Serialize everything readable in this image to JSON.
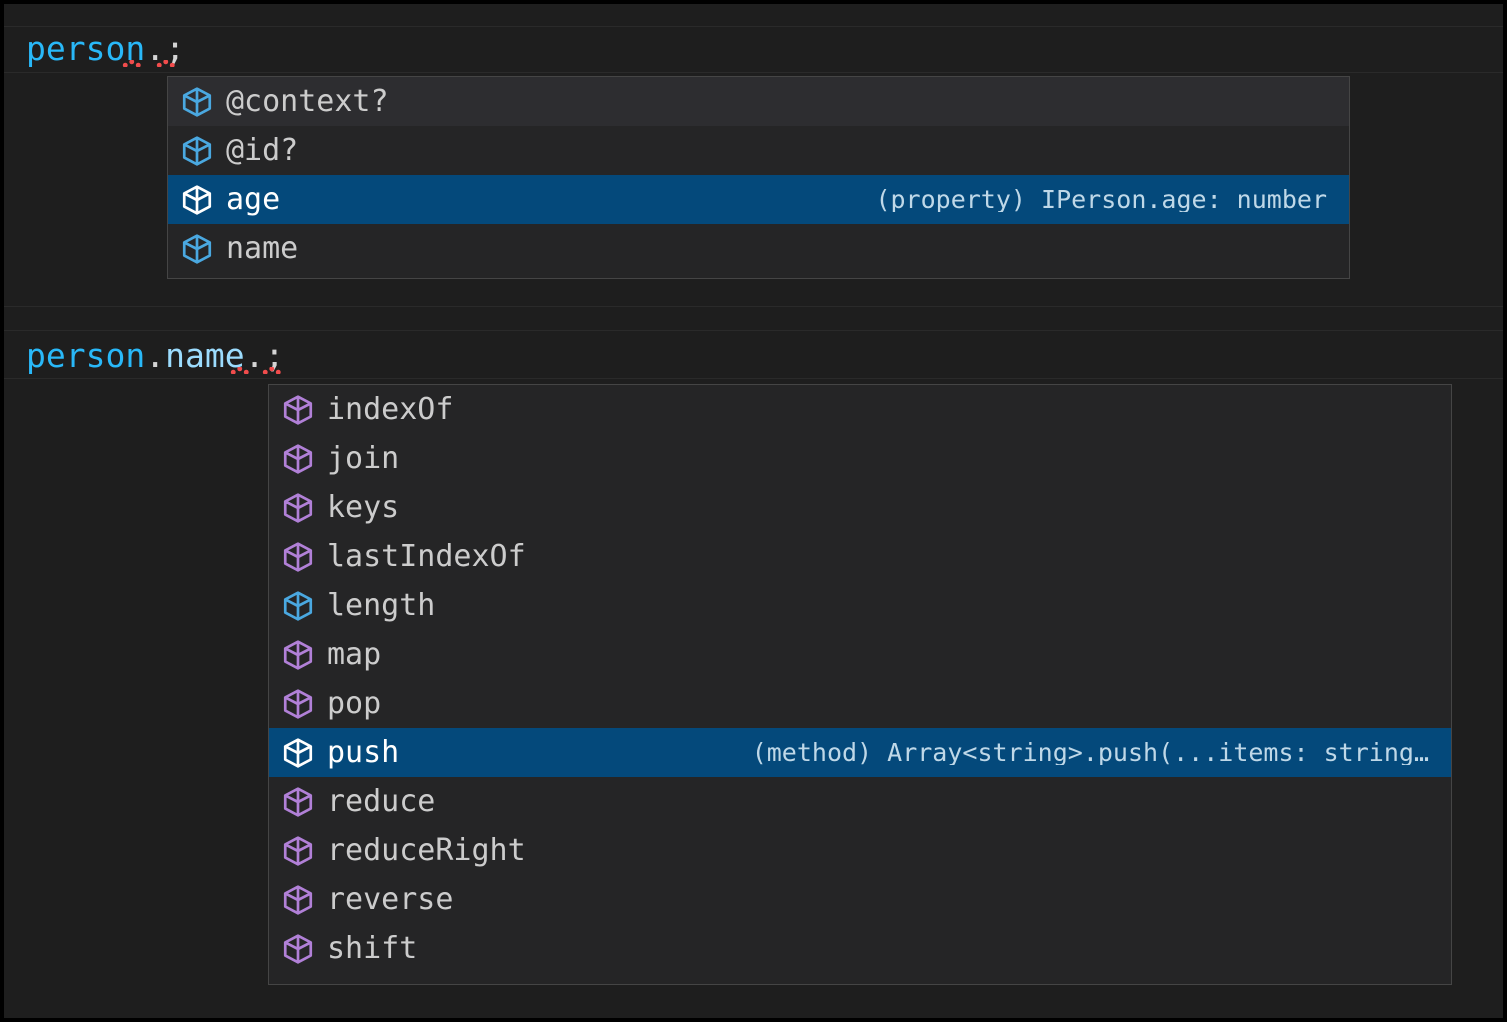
{
  "editor": {
    "theme_background": "#1e1e1e",
    "lines": [
      {
        "id": "line-1",
        "text": "person.;",
        "tokens": [
          {
            "text": "person",
            "kind": "variable",
            "color": "#29b8f8"
          },
          {
            "text": ".",
            "kind": "punctuation",
            "color": "#d4d4d4"
          },
          {
            "text": ";",
            "kind": "punctuation",
            "color": "#d4d4d4"
          }
        ],
        "has_error_squiggle": true
      },
      {
        "id": "line-2",
        "text": "person.name.;",
        "tokens": [
          {
            "text": "person",
            "kind": "variable",
            "color": "#29b8f8"
          },
          {
            "text": ".",
            "kind": "punctuation",
            "color": "#d4d4d4"
          },
          {
            "text": "name",
            "kind": "property",
            "color": "#9cdcfe"
          },
          {
            "text": ".",
            "kind": "punctuation",
            "color": "#d4d4d4"
          },
          {
            "text": ";",
            "kind": "punctuation",
            "color": "#d4d4d4"
          }
        ],
        "has_error_squiggle": true
      }
    ]
  },
  "colors": {
    "panel_background": "#252526",
    "panel_border": "#454545",
    "row_focused": "#04497b",
    "row_hover": "#2d2d30",
    "label": "#cccccc",
    "icon_property": "#4aa8e0",
    "icon_method": "#b180d7",
    "squiggle_error": "#f14c4c"
  },
  "suggest_panels": [
    {
      "id": "person-members",
      "items": [
        {
          "label": "@context?",
          "icon": "property-cube-icon",
          "icon_color": "#4aa8e0",
          "detail": "",
          "state": "hover"
        },
        {
          "label": "@id?",
          "icon": "property-cube-icon",
          "icon_color": "#4aa8e0",
          "detail": "",
          "state": "normal"
        },
        {
          "label": "age",
          "icon": "property-cube-icon",
          "icon_color": "#ffffff",
          "detail": "(property) IPerson.age: number",
          "state": "focused"
        },
        {
          "label": "name",
          "icon": "property-cube-icon",
          "icon_color": "#4aa8e0",
          "detail": "",
          "state": "normal"
        }
      ]
    },
    {
      "id": "name-array-members",
      "items": [
        {
          "label": "indexOf",
          "icon": "method-cube-icon",
          "icon_color": "#b180d7",
          "detail": "",
          "state": "normal"
        },
        {
          "label": "join",
          "icon": "method-cube-icon",
          "icon_color": "#b180d7",
          "detail": "",
          "state": "normal"
        },
        {
          "label": "keys",
          "icon": "method-cube-icon",
          "icon_color": "#b180d7",
          "detail": "",
          "state": "normal"
        },
        {
          "label": "lastIndexOf",
          "icon": "method-cube-icon",
          "icon_color": "#b180d7",
          "detail": "",
          "state": "normal"
        },
        {
          "label": "length",
          "icon": "property-cube-icon",
          "icon_color": "#4aa8e0",
          "detail": "",
          "state": "normal"
        },
        {
          "label": "map",
          "icon": "method-cube-icon",
          "icon_color": "#b180d7",
          "detail": "",
          "state": "normal"
        },
        {
          "label": "pop",
          "icon": "method-cube-icon",
          "icon_color": "#b180d7",
          "detail": "",
          "state": "normal"
        },
        {
          "label": "push",
          "icon": "method-cube-icon",
          "icon_color": "#ffffff",
          "detail": "(method) Array<string>.push(...items: string…",
          "state": "focused"
        },
        {
          "label": "reduce",
          "icon": "method-cube-icon",
          "icon_color": "#b180d7",
          "detail": "",
          "state": "normal"
        },
        {
          "label": "reduceRight",
          "icon": "method-cube-icon",
          "icon_color": "#b180d7",
          "detail": "",
          "state": "normal"
        },
        {
          "label": "reverse",
          "icon": "method-cube-icon",
          "icon_color": "#b180d7",
          "detail": "",
          "state": "normal"
        },
        {
          "label": "shift",
          "icon": "method-cube-icon",
          "icon_color": "#b180d7",
          "detail": "",
          "state": "normal"
        }
      ]
    }
  ]
}
